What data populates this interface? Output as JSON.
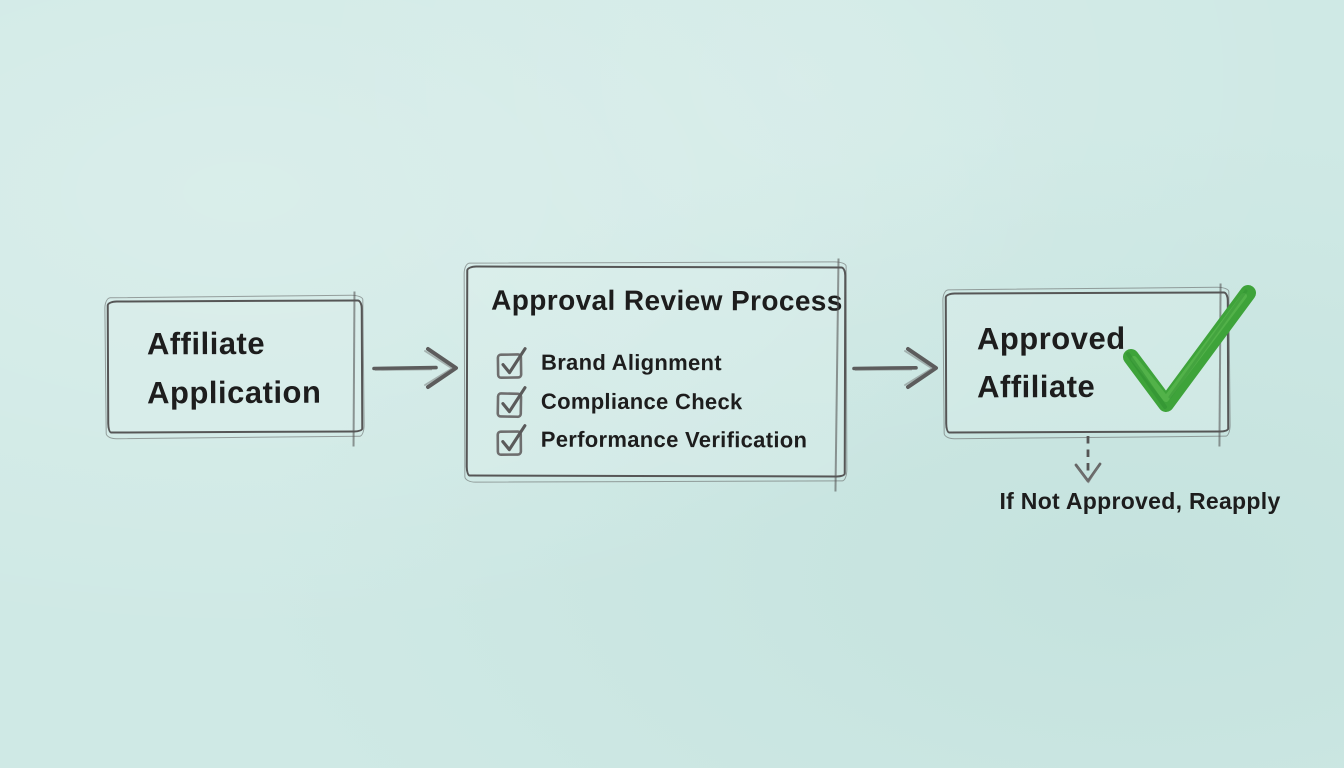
{
  "canvas": {
    "background_color": "#cfe9e5",
    "ink_color": "#565656",
    "text_color": "#1d1d1d",
    "check_green": "#3ea33a"
  },
  "flow": {
    "application": {
      "line1": "Affiliate",
      "line2": "Application"
    },
    "review": {
      "title": "Approval Review Process",
      "items": [
        "Brand Alignment",
        "Compliance Check",
        "Performance Verification"
      ]
    },
    "approved": {
      "line1": "Approved",
      "line2": "Affiliate",
      "status_icon": "green-checkmark"
    },
    "fallback_label": "If Not Approved, Reapply"
  }
}
